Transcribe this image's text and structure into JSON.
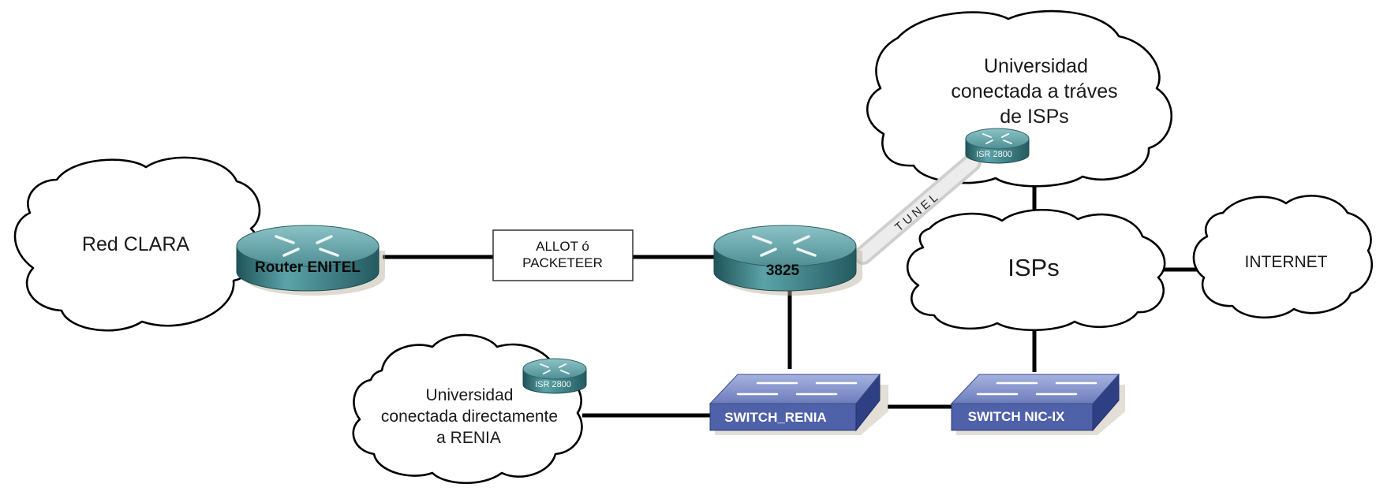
{
  "colors": {
    "router_top": "#5f9ea2",
    "router_side": "#2e6b70",
    "switch_top": "#7f8ec4",
    "switch_side": "#3e4f94",
    "tunnel": "#d9d9d9",
    "link": "#000000"
  },
  "clouds": {
    "red_clara": "Red CLARA",
    "isps_university": [
      "Universidad",
      "conectada a tráves",
      "de ISPs"
    ],
    "isps": "ISPs",
    "internet": "INTERNET",
    "renia_university": [
      "Universidad",
      "conectada directamente",
      "a RENIA"
    ]
  },
  "devices": {
    "router_enitel": "Router ENITEL",
    "router_3825": "3825",
    "isr_top": "ISR 2800",
    "isr_bottom": "ISR 2800",
    "switch_renia": "SWITCH_RENIA",
    "switch_nicix": "SWITCH NIC-IX"
  },
  "box": {
    "shaper": [
      "ALLOT ó",
      "PACKETEER"
    ]
  },
  "tunnel_label": "TUNEL"
}
